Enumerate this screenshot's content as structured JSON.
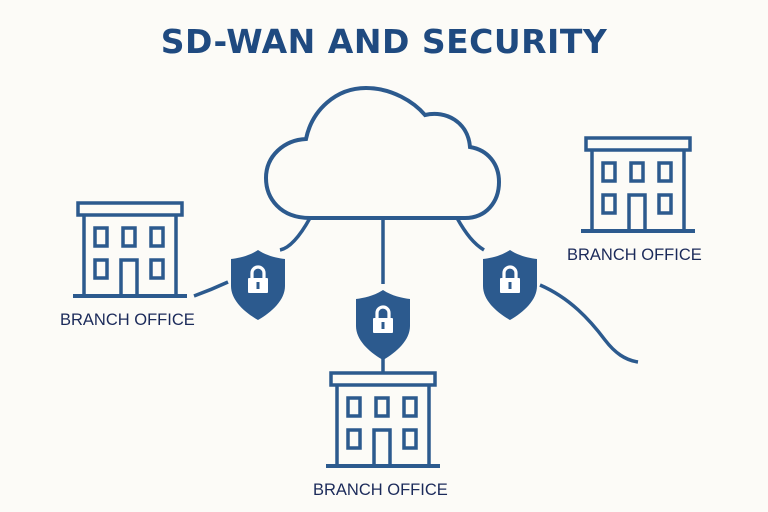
{
  "title": "SD-WAN AND SECURITY",
  "colors": {
    "primary": "#2c5a8e",
    "title": "#1f4a80",
    "label": "#1b2a5a",
    "background": "#fcfbf7"
  },
  "nodes": {
    "cloud": {
      "icon": "cloud-icon"
    },
    "branches": [
      {
        "label": "BRANCH OFFICE",
        "icon": "building-icon",
        "position": "left"
      },
      {
        "label": "BRANCH OFFICE",
        "icon": "building-icon",
        "position": "right"
      },
      {
        "label": "BRANCH OFFICE",
        "icon": "building-icon",
        "position": "bottom"
      }
    ],
    "shields": [
      {
        "icon": "shield-lock-icon",
        "position": "left"
      },
      {
        "icon": "shield-lock-icon",
        "position": "center"
      },
      {
        "icon": "shield-lock-icon",
        "position": "right"
      }
    ]
  }
}
